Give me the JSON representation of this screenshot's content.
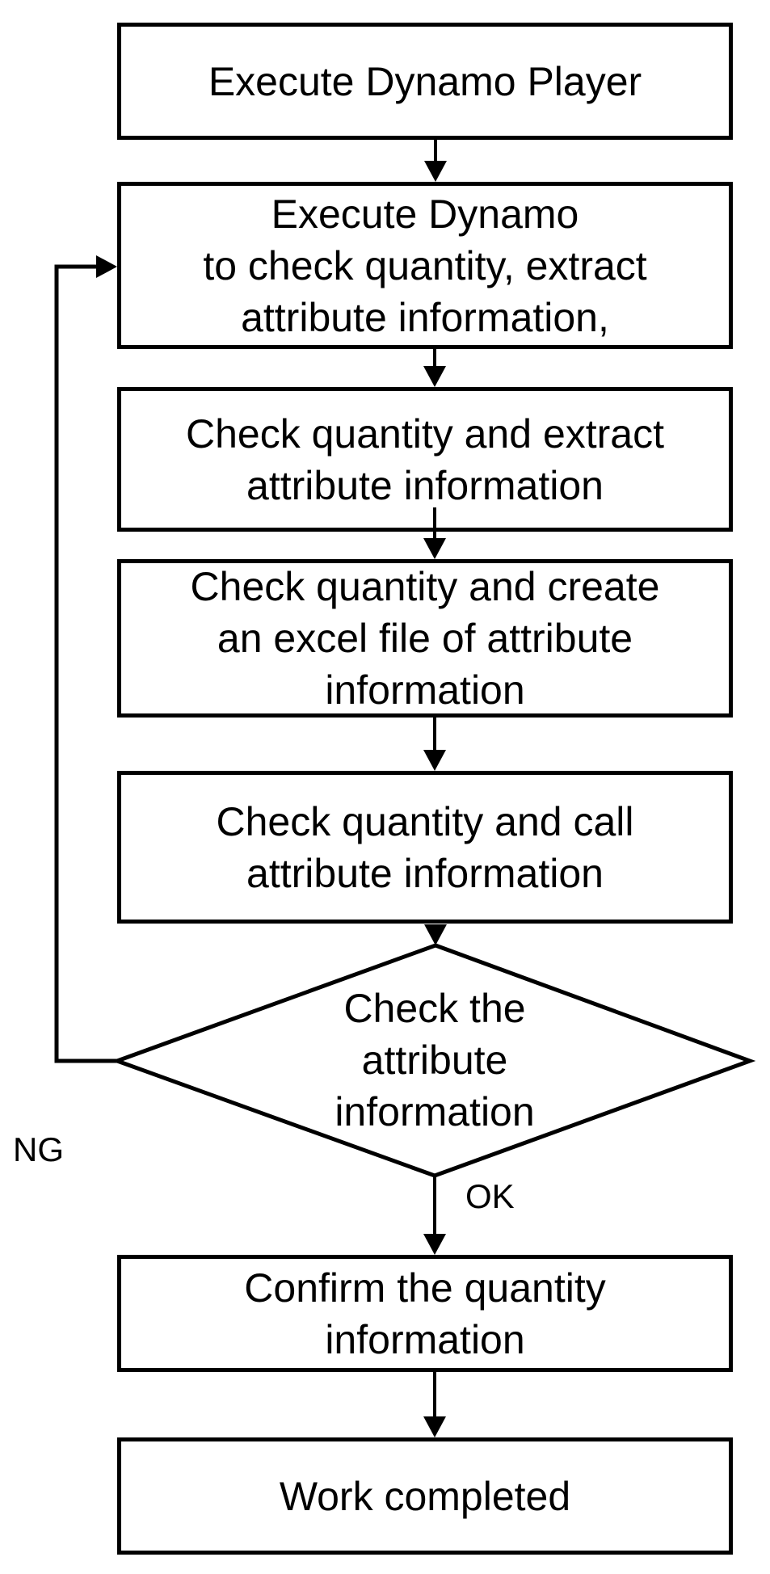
{
  "flowchart": {
    "colors": {
      "background": "#ffffff",
      "stroke": "#000000",
      "text": "#000000"
    },
    "nodes": [
      {
        "id": "execute-dynamo-player",
        "shape": "process",
        "lines": [
          "Execute Dynamo Player"
        ]
      },
      {
        "id": "execute-dynamo",
        "shape": "process",
        "lines": [
          "Execute Dynamo",
          "to check quantity, extract",
          "attribute information,"
        ]
      },
      {
        "id": "check-extract",
        "shape": "process",
        "lines": [
          "Check quantity and extract",
          "attribute information"
        ]
      },
      {
        "id": "check-create-excel",
        "shape": "process",
        "lines": [
          "Check quantity and create",
          "an excel file of attribute",
          "information"
        ]
      },
      {
        "id": "check-call",
        "shape": "process",
        "lines": [
          "Check quantity and call",
          "attribute information"
        ]
      },
      {
        "id": "check-decision",
        "shape": "decision",
        "lines": [
          "Check the",
          "attribute",
          "information"
        ]
      },
      {
        "id": "confirm-quantity",
        "shape": "process",
        "lines": [
          "Confirm the quantity",
          "information"
        ]
      },
      {
        "id": "work-completed",
        "shape": "process",
        "lines": [
          "Work completed"
        ]
      }
    ],
    "edge_labels": {
      "ng": "NG",
      "ok": "OK"
    }
  }
}
